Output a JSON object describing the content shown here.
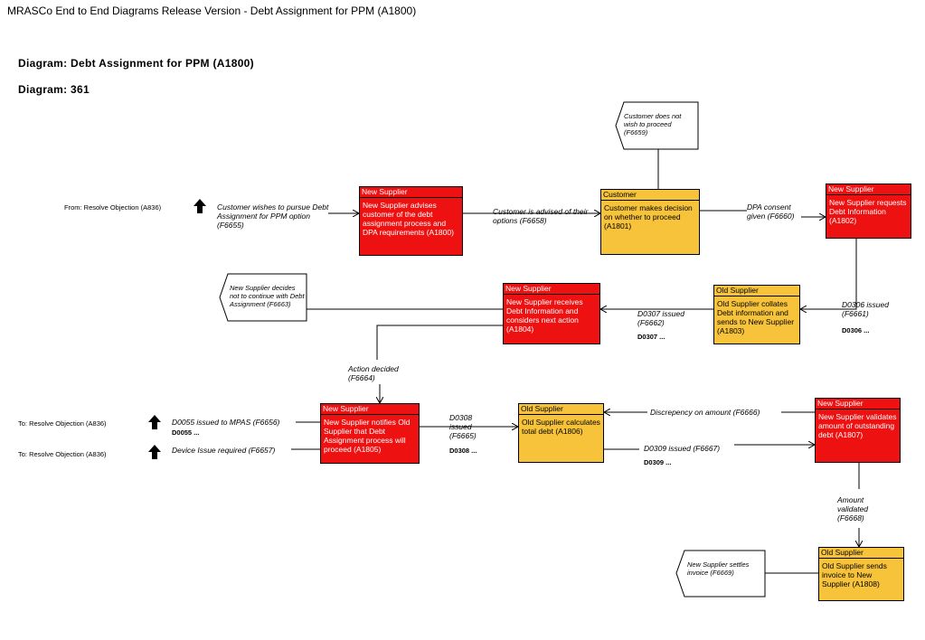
{
  "page_title": "MRASCo End to End Diagrams Release Version - Debt Assignment for PPM (A1800)",
  "diagram_title": "Diagram: Debt Assignment for PPM (A1800)",
  "diagram_number": "Diagram: 361",
  "refs": {
    "from_resolve": "From: Resolve Objection (A836)",
    "to_resolve_1": "To: Resolve Objection (A836)",
    "to_resolve_2": "To: Resolve Objection (A836)"
  },
  "boxes": {
    "a1800": {
      "role": "New Supplier",
      "text": "New Supplier advises customer of the debt assignment process and DPA requirements (A1800)"
    },
    "a1801": {
      "role": "Customer",
      "text": "Customer makes decision on whether to proceed (A1801)"
    },
    "a1802": {
      "role": "New Supplier",
      "text": "New Supplier requests Debt Information (A1802)"
    },
    "a1803": {
      "role": "Old Supplier",
      "text": "Old Supplier collates Debt information and sends to New Supplier (A1803)"
    },
    "a1804": {
      "role": "New Supplier",
      "text": "New Supplier receives Debt Information and considers next action (A1804)"
    },
    "a1805": {
      "role": "New Supplier",
      "text": "New Supplier notifies Old Supplier that Debt Assignment process will proceed (A1805)"
    },
    "a1806": {
      "role": "Old Supplier",
      "text": "Old Supplier calculates total debt (A1806)"
    },
    "a1807": {
      "role": "New Supplier",
      "text": "New Supplier validates amount of outstanding debt (A1807)"
    },
    "a1808": {
      "role": "Old Supplier",
      "text": "Old Supplier sends invoice to New Supplier (A1808)"
    }
  },
  "flows": {
    "f6655": "Customer wishes to pursue Debt Assignment for PPM option (F6655)",
    "f6658": "Customer is advised of their options (F6658)",
    "f6660": "DPA  consent given (F6660)",
    "f6661": "D0306 issued (F6661)",
    "f6661_code": "D0306 ...",
    "f6662": "D0307 issued (F6662)",
    "f6662_code": "D0307 ...",
    "f6664": "Action decided (F6664)",
    "f6656": "D0055 issued to MPAS (F6656)",
    "f6656_code": "D0055 ...",
    "f6657": "Device Issue required (F6657)",
    "f6665": "D0308 issued (F6665)",
    "f6665_code": "D0308 ...",
    "f6666": "Discrepency on amount (F6666)",
    "f6667": "D0309 issued (F6667)",
    "f6667_code": "D0309 ...",
    "f6668": "Amount validated (F6668)"
  },
  "callouts": {
    "f6659": "Customer does not wish to proceed (F6659)",
    "f6663": "New Supplier decides not to continue with Debt Assignment (F6663)",
    "f6669": "New Supplier settles invoice (F6669)"
  },
  "colors": {
    "new_supplier": "#ee1111",
    "old_supplier": "#f7c33a",
    "customer": "#f7c33a"
  }
}
